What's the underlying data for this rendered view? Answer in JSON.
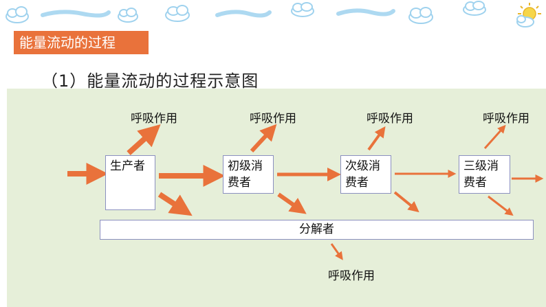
{
  "section_tag": "能量流动的过程",
  "subtitle": "（1）能量流动的过程示意图",
  "nodes": {
    "producer": "生产者",
    "primary": "初级消费者",
    "secondary": "次级消费者",
    "tertiary": "三级消费者",
    "decomposer": "分解者"
  },
  "respiration_label": "呼吸作用",
  "colors": {
    "accent": "#e9723b",
    "panel": "#e6efd9",
    "box_border": "#8a8fbf",
    "cloud": "#9fd2ee"
  }
}
